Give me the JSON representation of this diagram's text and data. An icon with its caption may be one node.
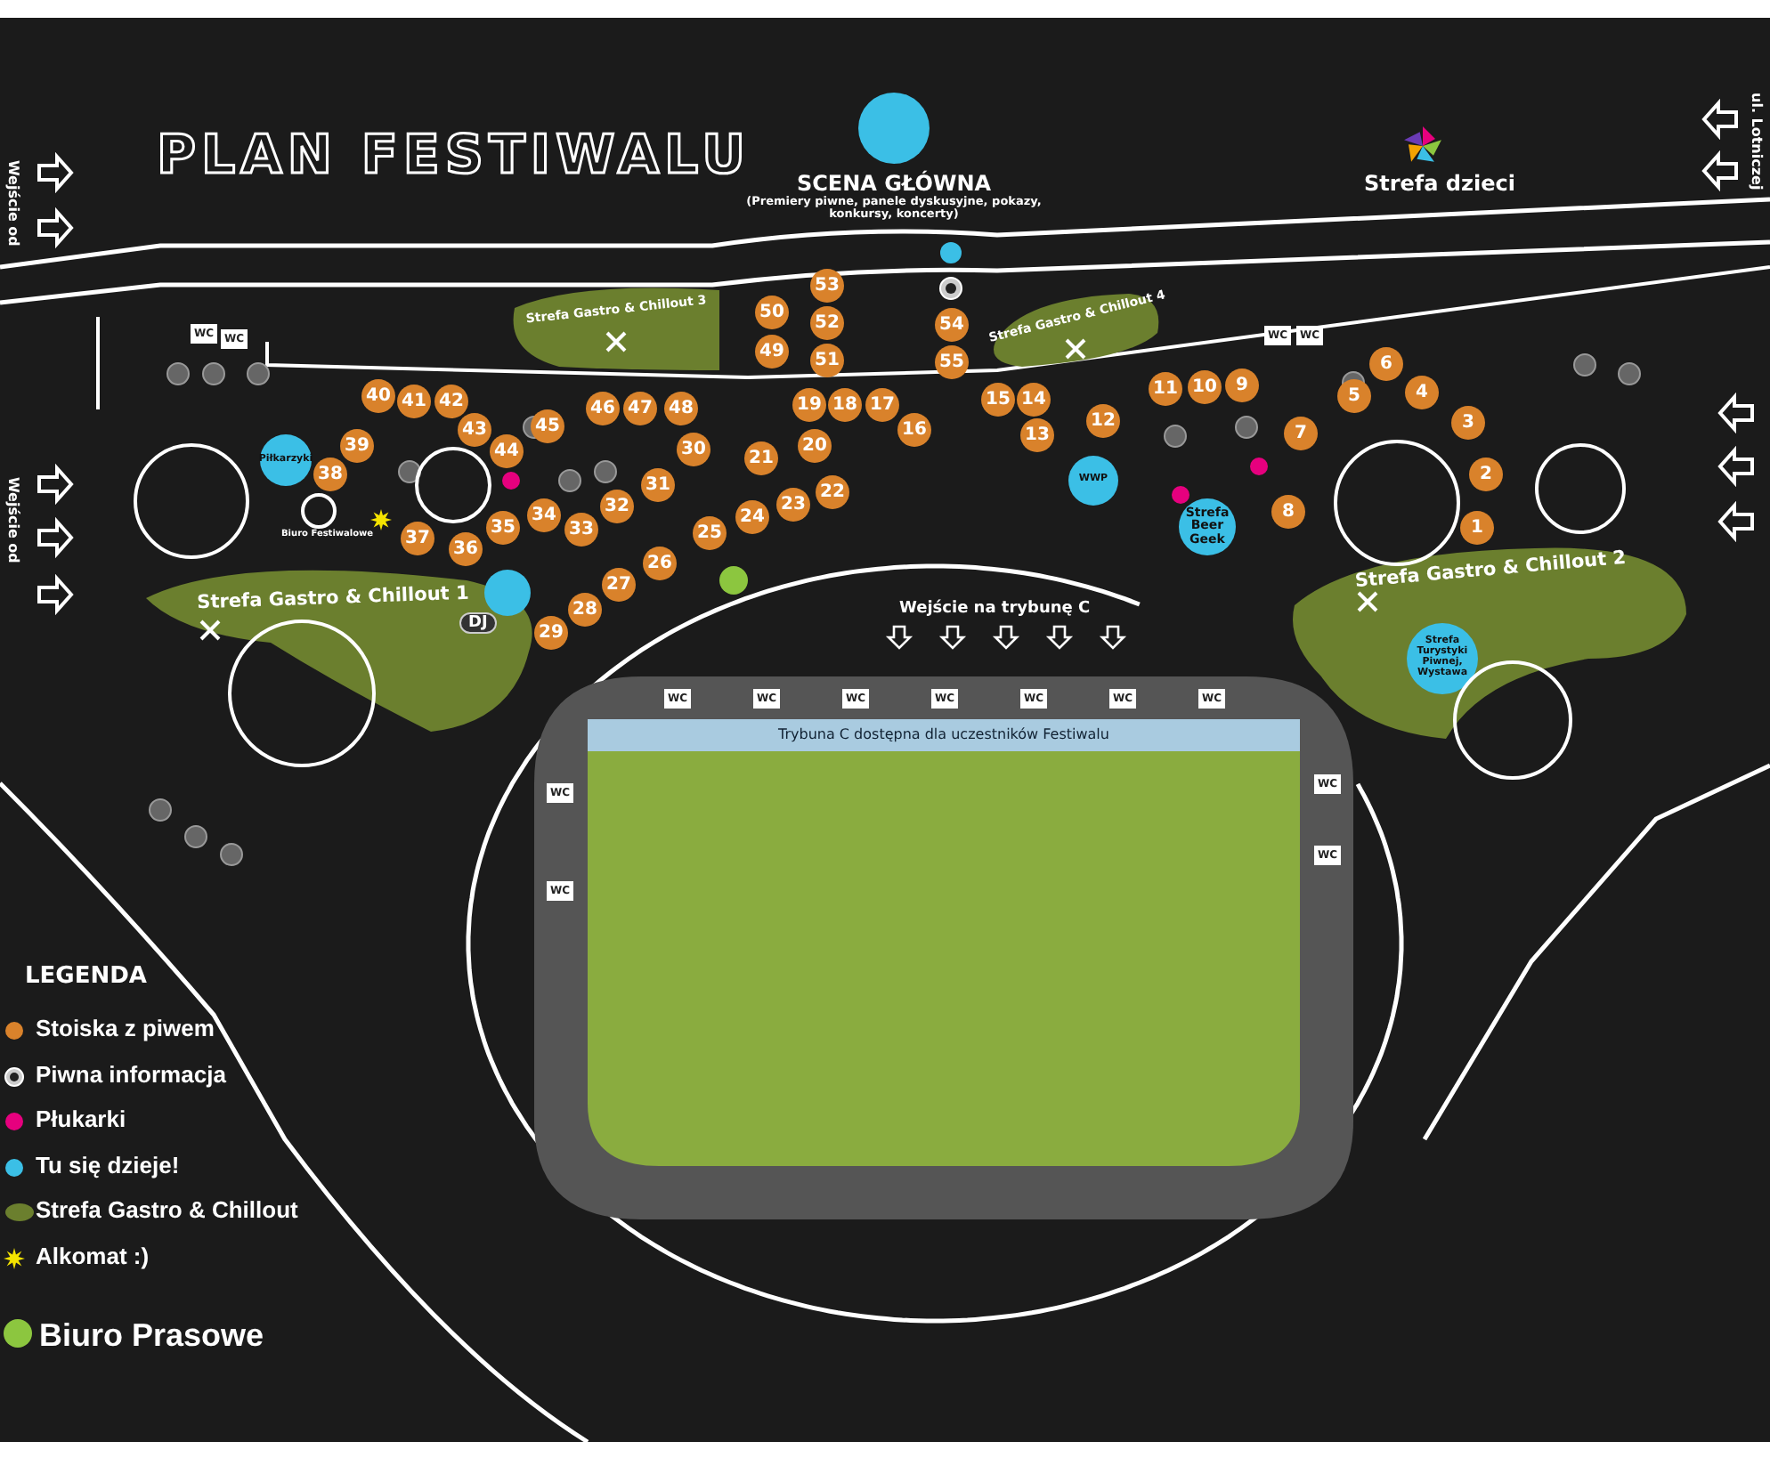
{
  "diagram": {
    "title": "PLAN FESTIWALU",
    "nodes": [
      {
        "text": [
          "1"
        ]
      },
      {
        "text": [
          "2"
        ]
      },
      {
        "text": [
          "3"
        ]
      },
      {
        "text": [
          "4"
        ]
      },
      {
        "text": [
          "5"
        ]
      },
      {
        "text": [
          "6"
        ]
      },
      {
        "text": [
          "7"
        ]
      },
      {
        "text": [
          "8"
        ]
      },
      {
        "text": [
          "9"
        ]
      },
      {
        "text": [
          "10"
        ]
      },
      {
        "text": [
          "11"
        ]
      },
      {
        "text": [
          "12"
        ]
      },
      {
        "text": [
          "13"
        ]
      },
      {
        "text": [
          "14"
        ]
      },
      {
        "text": [
          "15"
        ]
      },
      {
        "text": [
          "16"
        ]
      },
      {
        "text": [
          "17"
        ]
      },
      {
        "text": [
          "18"
        ]
      },
      {
        "text": [
          "19"
        ]
      },
      {
        "text": [
          "20"
        ]
      },
      {
        "text": [
          "21"
        ]
      },
      {
        "text": [
          "22"
        ]
      },
      {
        "text": [
          "23"
        ]
      },
      {
        "text": [
          "24"
        ]
      },
      {
        "text": [
          "25"
        ]
      },
      {
        "text": [
          "26"
        ]
      },
      {
        "text": [
          "27"
        ]
      },
      {
        "text": [
          "28"
        ]
      },
      {
        "text": [
          "29"
        ]
      },
      {
        "text": [
          "30"
        ]
      },
      {
        "text": [
          "31"
        ]
      },
      {
        "text": [
          "32"
        ]
      },
      {
        "text": [
          "33"
        ]
      },
      {
        "text": [
          "34"
        ]
      },
      {
        "text": [
          "35"
        ]
      },
      {
        "text": [
          "36"
        ]
      },
      {
        "text": [
          "37"
        ]
      },
      {
        "text": [
          "38"
        ]
      },
      {
        "text": [
          "39"
        ]
      },
      {
        "text": [
          "40"
        ]
      },
      {
        "text": [
          "41"
        ]
      },
      {
        "text": [
          "42"
        ]
      },
      {
        "text": [
          "43"
        ]
      },
      {
        "text": [
          "44"
        ]
      },
      {
        "text": [
          "45"
        ]
      },
      {
        "text": [
          "46"
        ]
      },
      {
        "text": [
          "47"
        ]
      },
      {
        "text": [
          "48"
        ]
      },
      {
        "text": [
          "49"
        ]
      },
      {
        "text": [
          "50"
        ]
      },
      {
        "text": [
          "51"
        ]
      },
      {
        "text": [
          "52"
        ]
      },
      {
        "text": [
          "53"
        ]
      },
      {
        "text": [
          "54"
        ]
      },
      {
        "text": [
          "55"
        ]
      },
      {
        "text": [
          "WC"
        ]
      },
      {
        "text": [
          "WC"
        ]
      },
      {
        "text": [
          "WC"
        ]
      },
      {
        "text": [
          "WC"
        ]
      },
      {
        "text": [
          "WC"
        ]
      },
      {
        "text": [
          "WC"
        ]
      },
      {
        "text": [
          "WC"
        ]
      },
      {
        "text": [
          "WC"
        ]
      },
      {
        "text": [
          "WC"
        ]
      },
      {
        "text": [
          "WC"
        ]
      },
      {
        "text": [
          "WC"
        ]
      },
      {
        "text": [
          "WC"
        ]
      },
      {
        "text": [
          "WC"
        ]
      },
      {
        "text": [
          "WC"
        ]
      },
      {
        "text": [
          "WC"
        ]
      },
      {
        "text": [
          "Piłkarzyki"
        ]
      },
      {
        "text": [
          "WWP"
        ]
      },
      {
        "text": [
          "Strefa Beer Geek"
        ]
      },
      {
        "text": [
          "Strefa Turystyki Piwnej, Wystawa"
        ],
        "in": 76
      },
      {
        "text": [
          "SCENA GŁÓWNA",
          "(Premiery piwne, panele dyskusyjne, pokazy, konkursy, koncerty)"
        ]
      },
      {
        "text": [
          "Strefa Gastro & Chillout 1"
        ]
      },
      {
        "text": [
          "Strefa Gastro & Chillout 2"
        ]
      },
      {
        "text": [
          "Strefa Gastro & Chillout 3"
        ]
      },
      {
        "text": [
          "Strefa Gastro & Chillout 4"
        ]
      },
      {
        "text": [
          "Biuro Festiwalowe"
        ]
      },
      {
        "text": [
          "DJ"
        ],
        "in": 75
      },
      {
        "text": [
          "Trybuna C dostępna dla uczestników Festiwalu"
        ]
      },
      {
        "text": [],
        "shape": "circle"
      },
      {
        "text": [],
        "shape": "circle"
      },
      {
        "text": [],
        "shape": "circle"
      },
      {
        "text": [],
        "shape": "circle"
      },
      {
        "text": [],
        "shape": "circle"
      },
      {
        "text": [],
        "shape": "circle"
      }
    ],
    "labels": [
      "Wejście od",
      "Wejście od",
      "ul. Lotniczej",
      "Strefa dzieci",
      "Wejście na trybunę C",
      "LEGENDA"
    ],
    "legend": [
      {
        "text": "Stoiska z piwem",
        "color": "#d9822b"
      },
      {
        "text": "Piwna informacja"
      },
      {
        "text": "Płukarki",
        "color": "#e6007e"
      },
      {
        "text": "Tu się dzieje!",
        "color": "#3bbfe6"
      },
      {
        "text": "Strefa Gastro & Chillout",
        "color": "#6b7f2e"
      },
      {
        "text": "Alkomat :)"
      },
      {
        "text": "Biuro Prasowe",
        "color": "#8cc63f"
      }
    ]
  }
}
